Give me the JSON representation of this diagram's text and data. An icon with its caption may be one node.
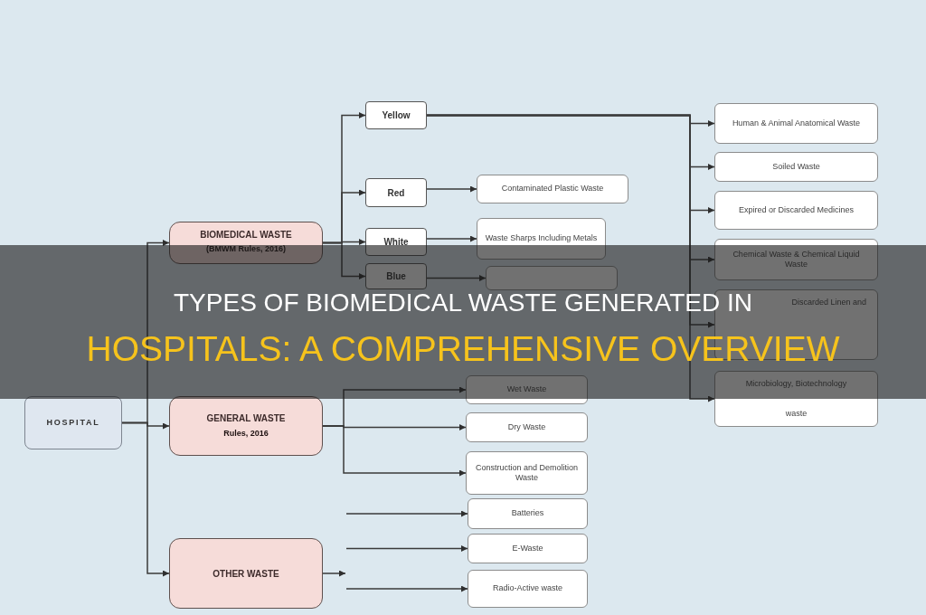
{
  "diagram": {
    "title": "TYPES OF BIOMEDICAL WASTE GENERATED IN HOSPITALS: A COMPREHENSIVE OVERVIEW",
    "nodes": [
      {
        "text": [
          "HOSPITAL"
        ]
      },
      {
        "text": [
          "BIOMEDICAL WASTE",
          "(BMWM Rules, 2016)"
        ]
      },
      {
        "text": [
          "GENERAL WASTE",
          "Rules, 2016"
        ]
      },
      {
        "text": [
          "OTHER WASTE"
        ]
      },
      {
        "text": [
          "Yellow"
        ]
      },
      {
        "text": [
          "Red"
        ]
      },
      {
        "text": [
          "White"
        ]
      },
      {
        "text": [
          "Blue"
        ]
      },
      {
        "text": [
          "Contaminated Plastic Waste"
        ]
      },
      {
        "text": [
          "Waste Sharps Including Metals"
        ]
      },
      {
        "text": [],
        "shape": "box"
      },
      {
        "text": [
          "Human & Animal Anatomical Waste"
        ]
      },
      {
        "text": [
          "Soiled Waste"
        ]
      },
      {
        "text": [
          "Expired or Discarded Medicines"
        ]
      },
      {
        "text": [
          "Chemical Waste & Chemical Liquid Waste"
        ]
      },
      {
        "text": [
          "Discarded Linen and"
        ]
      },
      {
        "text": [
          "Microbiology, Biotechnology",
          "waste"
        ]
      },
      {
        "text": [
          "Wet Waste"
        ]
      },
      {
        "text": [
          "Dry Waste"
        ]
      },
      {
        "text": [
          "Construction and Demolition Waste"
        ]
      },
      {
        "text": [
          "Batteries"
        ]
      },
      {
        "text": [
          "E-Waste"
        ]
      },
      {
        "text": [
          "Radio-Active waste"
        ]
      }
    ],
    "edges": [
      {
        "from": 0,
        "to": 1,
        "arrow": "to"
      },
      {
        "from": 0,
        "to": 2,
        "arrow": "to"
      },
      {
        "from": 0,
        "to": 3,
        "arrow": "to"
      },
      {
        "from": 1,
        "to": 4,
        "arrow": "to"
      },
      {
        "from": 1,
        "to": 5,
        "arrow": "to"
      },
      {
        "from": 1,
        "to": 6,
        "arrow": "to"
      },
      {
        "from": 1,
        "to": 7,
        "arrow": "to"
      },
      {
        "from": 5,
        "to": 8,
        "arrow": "to"
      },
      {
        "from": 6,
        "to": 9,
        "arrow": "to"
      },
      {
        "from": 7,
        "to": 10,
        "arrow": "to"
      },
      {
        "from": 4,
        "to": 11,
        "arrow": "to"
      },
      {
        "from": 4,
        "to": 12,
        "arrow": "to"
      },
      {
        "from": 4,
        "to": 13,
        "arrow": "to"
      },
      {
        "from": 4,
        "to": 14,
        "arrow": "to"
      },
      {
        "from": 4,
        "to": 15,
        "arrow": "to"
      },
      {
        "from": 4,
        "to": 16,
        "arrow": "to"
      },
      {
        "from": 2,
        "to": 17,
        "arrow": "to"
      },
      {
        "from": 2,
        "to": 18,
        "arrow": "to"
      },
      {
        "from": 2,
        "to": 19,
        "arrow": "to"
      },
      {
        "from": 3,
        "to": null,
        "arrow": "to"
      },
      {
        "from": null,
        "to": 20,
        "arrow": "to"
      },
      {
        "from": null,
        "to": 21,
        "arrow": "to"
      },
      {
        "from": null,
        "to": 22,
        "arrow": "to"
      }
    ]
  }
}
